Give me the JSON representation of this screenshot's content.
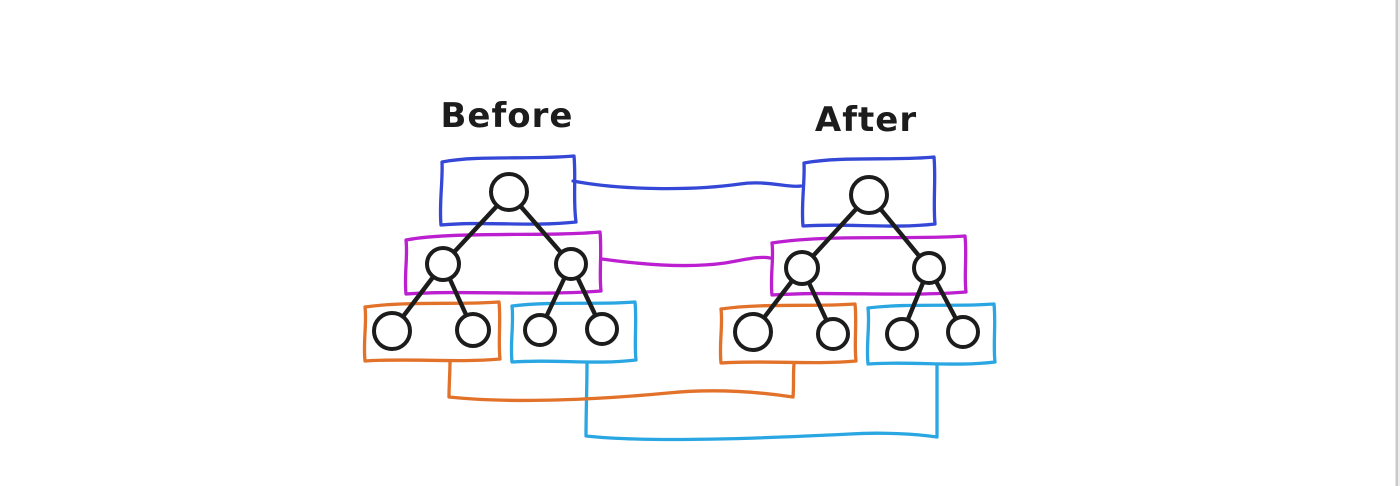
{
  "diagram": {
    "before": {
      "label": "Before"
    },
    "after": {
      "label": "After"
    },
    "colors": {
      "root_group": "#3447d6",
      "mid_group": "#bb1fd0",
      "left_leaf_group": "#e2712a",
      "right_leaf_group": "#2aa7e2",
      "ink": "#1c1c1c",
      "node_fill": "#ffffff",
      "background": "#ffffff",
      "edge_strip": "#c9c9c9",
      "edge_strip_light": "#ededed"
    },
    "structure": {
      "type": "binary-tree-comparison",
      "trees": [
        "before",
        "after"
      ],
      "nodes_per_tree": 7,
      "levels_per_tree": 3,
      "groups": [
        {
          "name": "root-box",
          "color_key": "root_group",
          "nodes": 1
        },
        {
          "name": "mid-level-box",
          "color_key": "mid_group",
          "nodes": 2
        },
        {
          "name": "left-leaves-box",
          "color_key": "left_leaf_group",
          "nodes": 2
        },
        {
          "name": "right-leaves-box",
          "color_key": "right_leaf_group",
          "nodes": 2
        }
      ],
      "connections": [
        {
          "from": "before.root-box",
          "to": "after.root-box",
          "color_key": "root_group"
        },
        {
          "from": "before.mid-level-box",
          "to": "after.mid-level-box",
          "color_key": "mid_group"
        },
        {
          "from": "before.left-leaves-box",
          "to": "after.left-leaves-box",
          "color_key": "left_leaf_group"
        },
        {
          "from": "before.right-leaves-box",
          "to": "after.right-leaves-box",
          "color_key": "right_leaf_group"
        }
      ]
    }
  }
}
